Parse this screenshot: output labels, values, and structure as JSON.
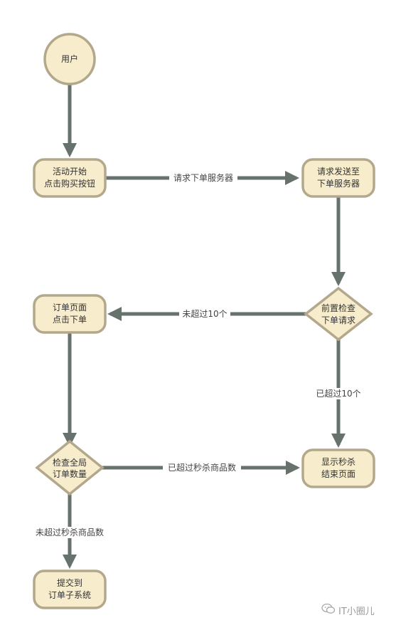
{
  "nodes": {
    "user": "用户",
    "activity_start": [
      "活动开始",
      "点击购买按钮"
    ],
    "send_request": [
      "请求发送至",
      "下单服务器"
    ],
    "pre_check": [
      "前置检查",
      "下单请求"
    ],
    "order_page": [
      "订单页面",
      "点击下单"
    ],
    "global_check": [
      "检查全局",
      "订单数量"
    ],
    "seckill_end": [
      "显示秒杀",
      "结束页面"
    ],
    "submit_order": [
      "提交到",
      "订单子系统"
    ]
  },
  "edges": {
    "request_server": "请求下单服务器",
    "not_exceed_10": "未超过10个",
    "exceeded_10": "已超过10个",
    "exceeded_stock": "已超过秒杀商品数",
    "not_exceeded_stock": "未超过秒杀商品数"
  },
  "watermark": "IT小圈儿",
  "colors": {
    "node_fill": "#f7eccc",
    "node_stroke": "#b4a88c",
    "edge": "#66726b"
  }
}
